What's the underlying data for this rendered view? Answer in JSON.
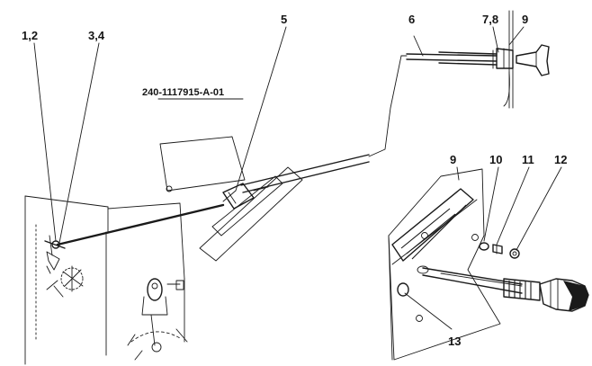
{
  "callouts": {
    "c1_2": "1,2",
    "c3_4": "3,4",
    "c5": "5",
    "c6": "6",
    "c7_8": "7,8",
    "c9_top": "9",
    "c9_detail": "9",
    "c10": "10",
    "c11": "11",
    "c12": "12",
    "c13": "13"
  },
  "part_number": "240-1117915-А-01"
}
